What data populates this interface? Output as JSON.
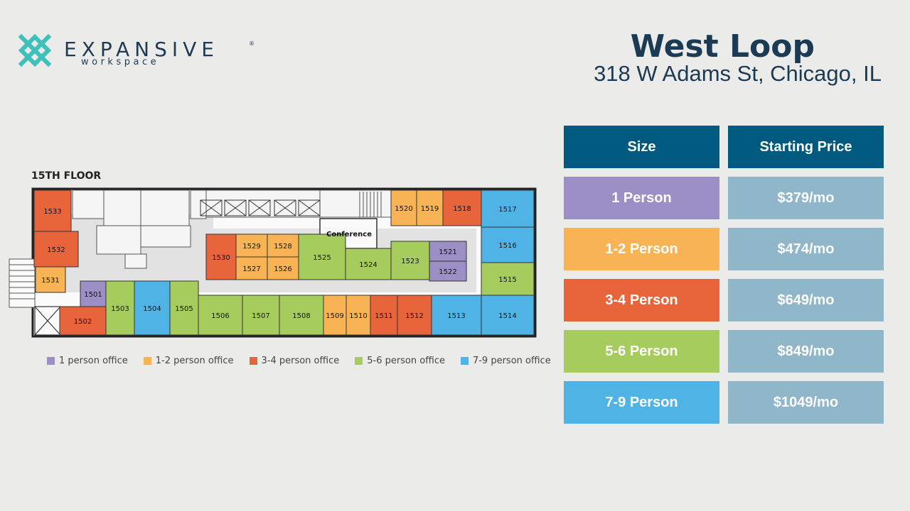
{
  "brand": {
    "name": "EXPANSIVE",
    "registered": "®",
    "sub": "workspace"
  },
  "header": {
    "title": "West Loop",
    "address": "318 W Adams St, Chicago, IL"
  },
  "floor": {
    "label": "15TH FLOOR"
  },
  "colors": {
    "p1": "#9b8fc5",
    "p12": "#f8b454",
    "p34": "#e8643a",
    "p56": "#a7cc5e",
    "p79": "#4fb3e6",
    "header": "#005a80",
    "price": "#90b7c9"
  },
  "rooms": [
    {
      "id": "1533",
      "cat": "p34"
    },
    {
      "id": "1532",
      "cat": "p34"
    },
    {
      "id": "1531",
      "cat": "p12"
    },
    {
      "id": "1501",
      "cat": "p1"
    },
    {
      "id": "1502",
      "cat": "p34"
    },
    {
      "id": "1503",
      "cat": "p56"
    },
    {
      "id": "1504",
      "cat": "p79"
    },
    {
      "id": "1505",
      "cat": "p56"
    },
    {
      "id": "1506",
      "cat": "p56"
    },
    {
      "id": "1507",
      "cat": "p56"
    },
    {
      "id": "1508",
      "cat": "p56"
    },
    {
      "id": "1509",
      "cat": "p12"
    },
    {
      "id": "1510",
      "cat": "p12"
    },
    {
      "id": "1511",
      "cat": "p34"
    },
    {
      "id": "1512",
      "cat": "p34"
    },
    {
      "id": "1513",
      "cat": "p79"
    },
    {
      "id": "1514",
      "cat": "p79"
    },
    {
      "id": "1515",
      "cat": "p56"
    },
    {
      "id": "1516",
      "cat": "p79"
    },
    {
      "id": "1517",
      "cat": "p79"
    },
    {
      "id": "1518",
      "cat": "p34"
    },
    {
      "id": "1519",
      "cat": "p12"
    },
    {
      "id": "1520",
      "cat": "p12"
    },
    {
      "id": "1530",
      "cat": "p34"
    },
    {
      "id": "1529",
      "cat": "p12"
    },
    {
      "id": "1528",
      "cat": "p12"
    },
    {
      "id": "1527",
      "cat": "p12"
    },
    {
      "id": "1526",
      "cat": "p12"
    },
    {
      "id": "1525",
      "cat": "p56"
    },
    {
      "id": "1524",
      "cat": "p56"
    },
    {
      "id": "1523",
      "cat": "p56"
    },
    {
      "id": "1521",
      "cat": "p1"
    },
    {
      "id": "1522",
      "cat": "p1"
    }
  ],
  "conference": "Conference",
  "legend": [
    {
      "label": "1 person office",
      "cat": "p1"
    },
    {
      "label": "1-2 person office",
      "cat": "p12"
    },
    {
      "label": "3-4 person office",
      "cat": "p34"
    },
    {
      "label": "5-6 person office",
      "cat": "p56"
    },
    {
      "label": "7-9 person office",
      "cat": "p79"
    }
  ],
  "pricing": {
    "headers": [
      "Size",
      "Starting Price"
    ],
    "rows": [
      {
        "size": "1 Person",
        "price": "$379/mo",
        "cat": "p1"
      },
      {
        "size": "1-2 Person",
        "price": "$474/mo",
        "cat": "p12"
      },
      {
        "size": "3-4 Person",
        "price": "$649/mo",
        "cat": "p34"
      },
      {
        "size": "5-6 Person",
        "price": "$849/mo",
        "cat": "p56"
      },
      {
        "size": "7-9 Person",
        "price": "$1049/mo",
        "cat": "p79"
      }
    ]
  }
}
